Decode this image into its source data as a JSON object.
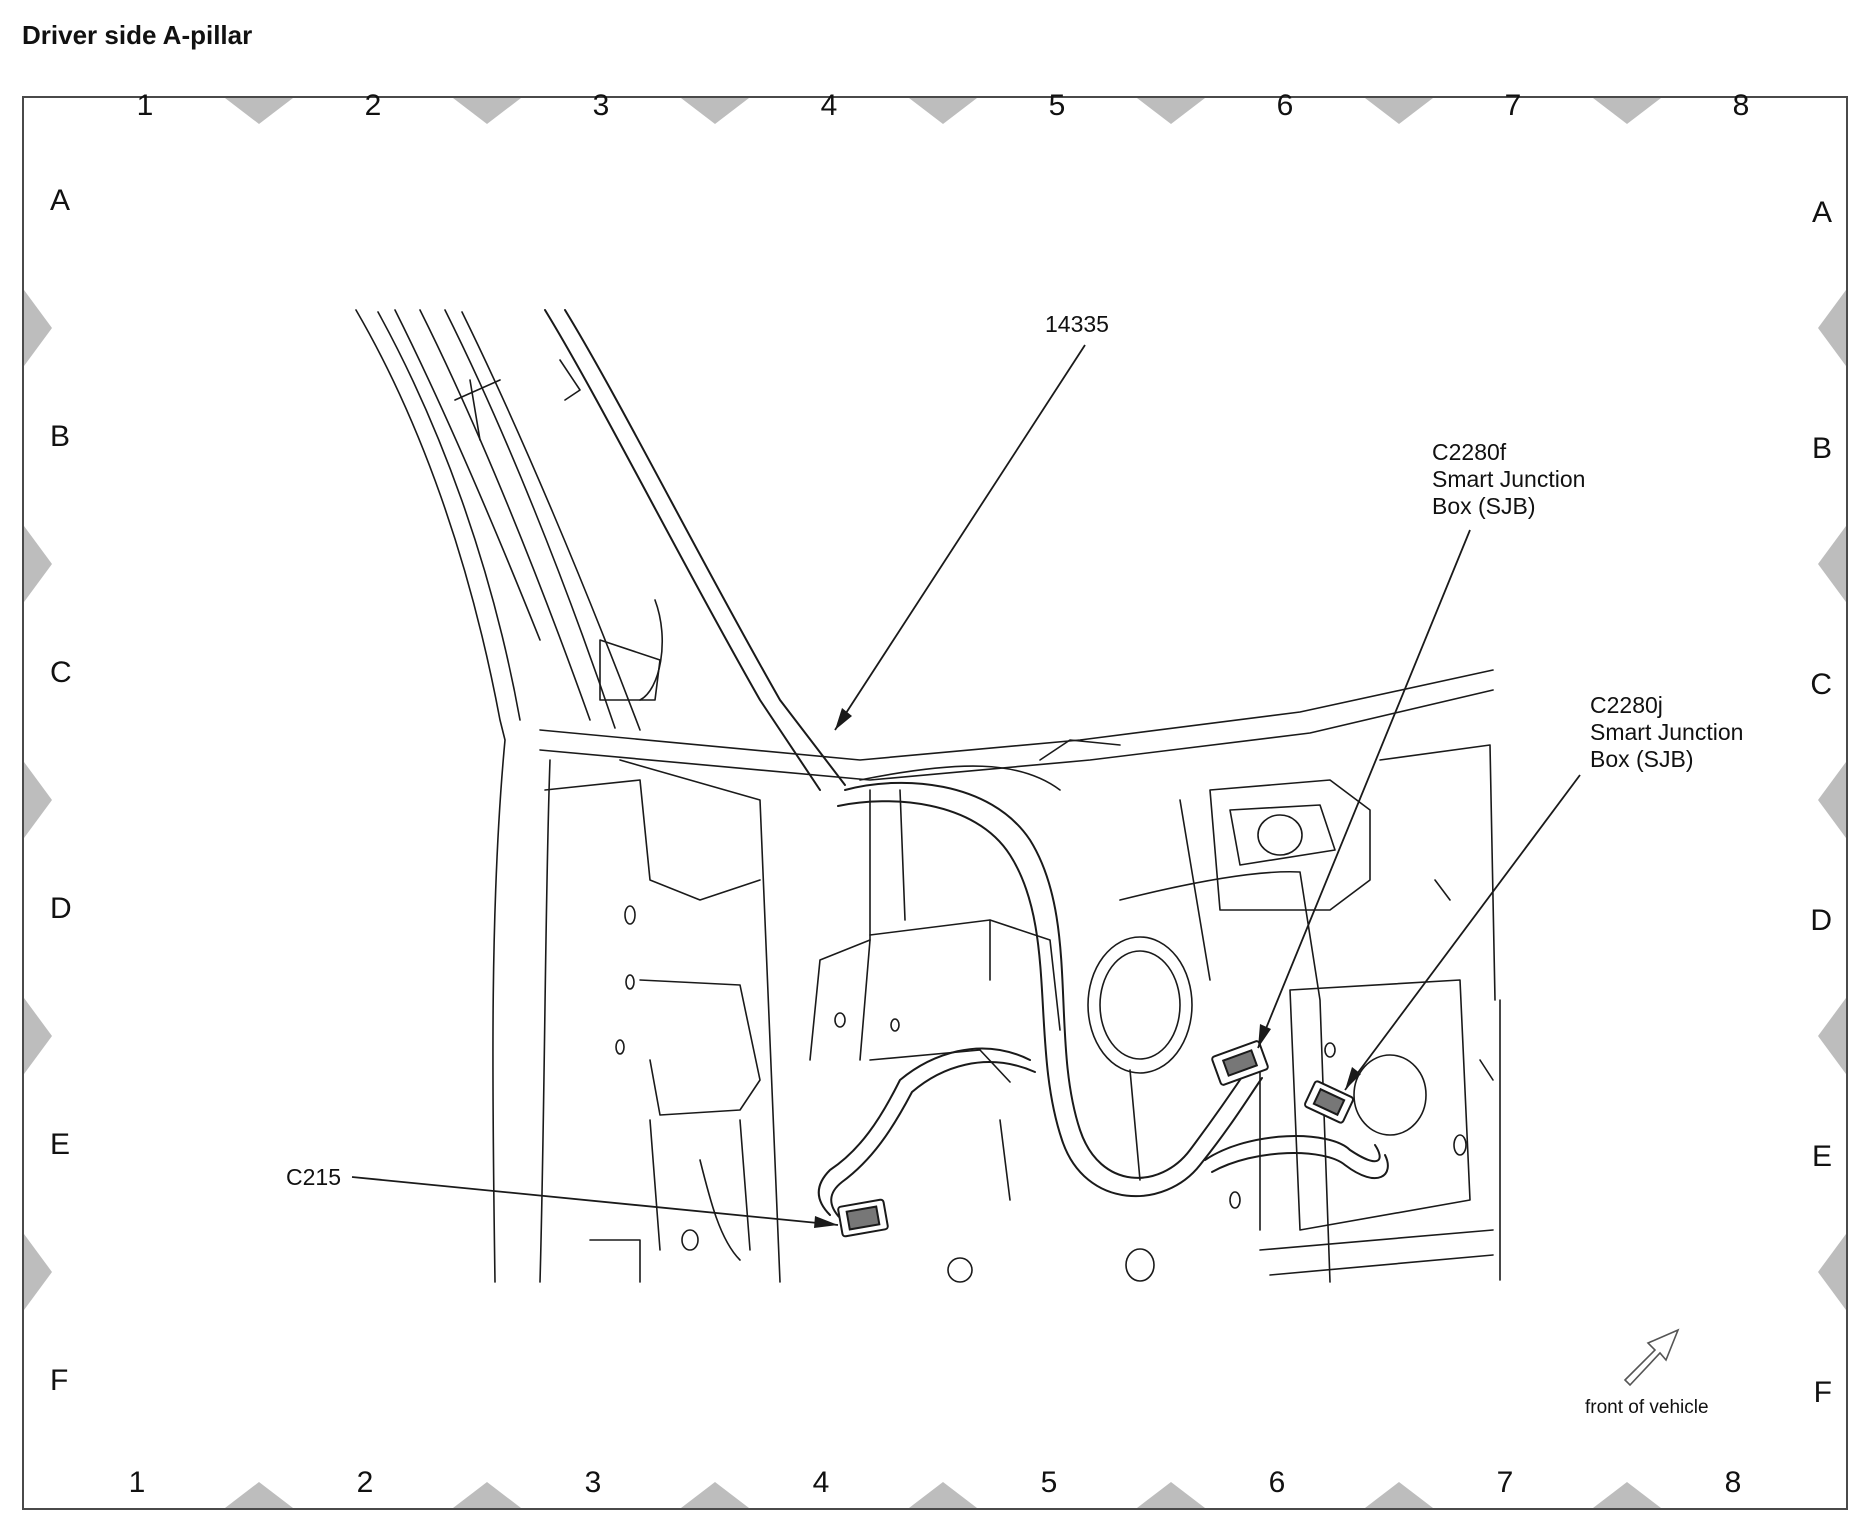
{
  "title": "Driver side A-pillar",
  "grid": {
    "columns": [
      "1",
      "2",
      "3",
      "4",
      "5",
      "6",
      "7",
      "8"
    ],
    "rows": [
      "A",
      "B",
      "C",
      "D",
      "E",
      "F"
    ]
  },
  "callouts": {
    "harness": "14335",
    "c2280f": [
      "C2280f",
      "Smart Junction",
      "Box (SJB)"
    ],
    "c2280j": [
      "C2280j",
      "Smart Junction",
      "Box (SJB)"
    ],
    "c215": "C215"
  },
  "orientation": {
    "label": "front of vehicle",
    "icon": "front-arrow-icon"
  },
  "colors": {
    "line": "#1a1a1a",
    "marker": "#bdbdbd",
    "frame": "#4a4a4a"
  }
}
